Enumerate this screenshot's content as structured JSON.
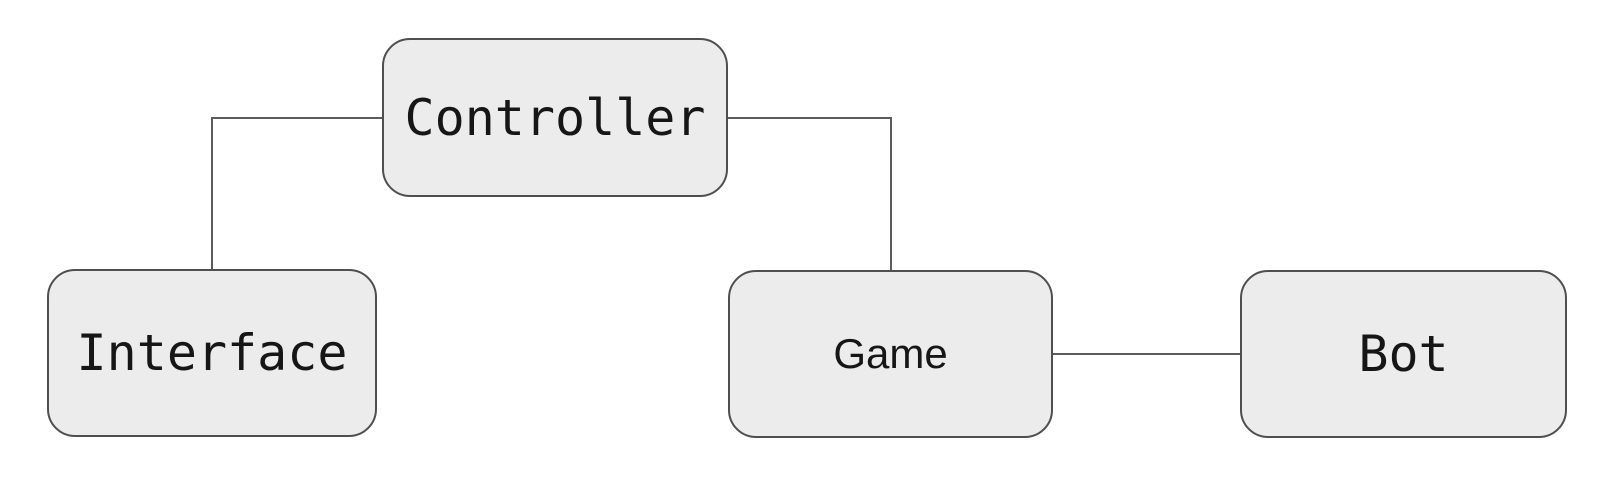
{
  "diagram": {
    "type": "flowchart",
    "background_color": "#ffffff",
    "node_fill_color": "#ececec",
    "node_border_color": "#4f4f4f",
    "edge_color": "#5c5c5c",
    "text_color": "#161616",
    "nodes": [
      {
        "id": "controller",
        "label": "Controller"
      },
      {
        "id": "interface",
        "label": "Interface"
      },
      {
        "id": "game",
        "label": "Game"
      },
      {
        "id": "bot",
        "label": "Bot"
      }
    ],
    "edges": [
      {
        "from": "Controller",
        "to": "Interface",
        "shape": "elbow"
      },
      {
        "from": "Controller",
        "to": "Game",
        "shape": "elbow"
      },
      {
        "from": "Game",
        "to": "Bot",
        "shape": "straight"
      }
    ]
  }
}
